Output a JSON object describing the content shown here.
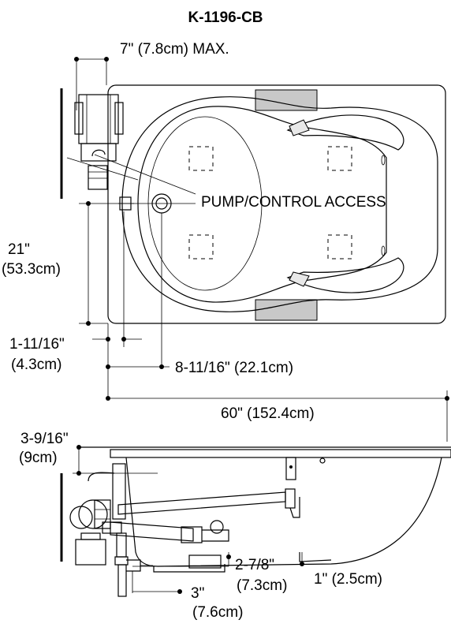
{
  "title": "K-1196-CB",
  "labels": {
    "pump_max": "7\" (7.8cm) MAX.",
    "pump_access": "PUMP/CONTROL ACCESS",
    "dim21_in": "21\"",
    "dim21_cm": "(53.3cm)",
    "dim1_11_16_in": "1-11/16\"",
    "dim1_11_16_cm": "(4.3cm)",
    "dim8_11_16": "8-11/16\" (22.1cm)",
    "dim60": "60\" (152.4cm)",
    "dim3_9_16_in": "3-9/16\"",
    "dim3_9_16_cm": "(9cm)",
    "dim2_7_8_in": "2-7/8\"",
    "dim2_7_8_cm": "(7.3cm)",
    "dim1": "1\" (2.5cm)",
    "dim3_in": "3\"",
    "dim3_cm": "(7.6cm)"
  },
  "colors": {
    "line": "#000000",
    "panel_fill": "#c8c8c8",
    "pillow_fill": "#e8e8e8"
  }
}
